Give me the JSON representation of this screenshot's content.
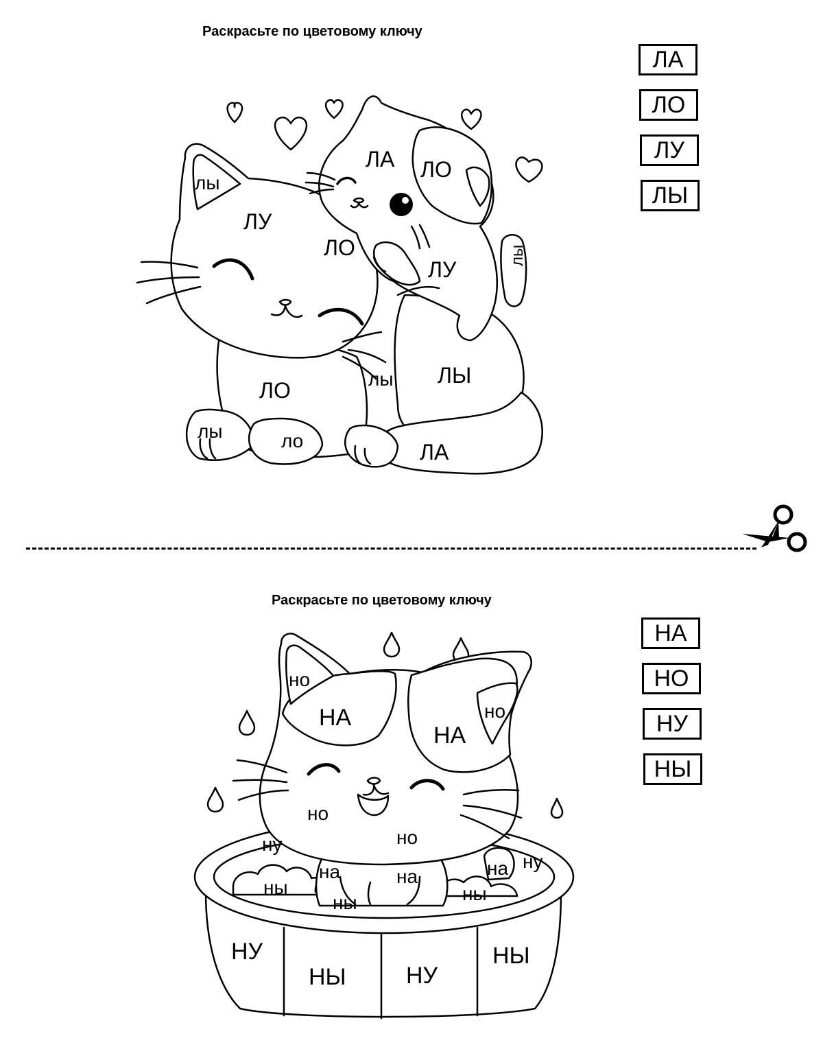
{
  "worksheet1": {
    "title": "Раскрасьте по цветовому ключу",
    "key": [
      "ЛА",
      "ЛО",
      "ЛУ",
      "ЛЫ"
    ],
    "regions": {
      "big_ear": "лы",
      "big_head": "ЛУ",
      "big_body": "ЛО",
      "big_paw_left": "лы",
      "big_paw_right": "ло",
      "small_face": "ЛА",
      "small_patch": "ЛО",
      "small_chest": "ЛО",
      "small_arm": "ЛУ",
      "small_tail": "лы",
      "small_back": "ЛЫ",
      "small_side": "лы",
      "small_paw": "ЛА"
    }
  },
  "worksheet2": {
    "title": "Раскрасьте по цветовому ключу",
    "key": [
      "НА",
      "НО",
      "НУ",
      "НЫ"
    ],
    "regions": {
      "left_ear": "но",
      "right_ear": "но",
      "left_patch": "НА",
      "right_patch": "НА",
      "cheek_left": "но",
      "chin": "но",
      "rim_left": "ну",
      "rim_right": "ну",
      "foam_1": "ны",
      "foam_2": "на",
      "foam_3": "ны",
      "foam_4": "на",
      "foam_5": "ны",
      "foam_6": "на",
      "tub_1": "НУ",
      "tub_2": "НЫ",
      "tub_3": "НУ",
      "tub_4": "НЫ"
    }
  },
  "icons": {
    "cut_line": "scissors-icon"
  }
}
